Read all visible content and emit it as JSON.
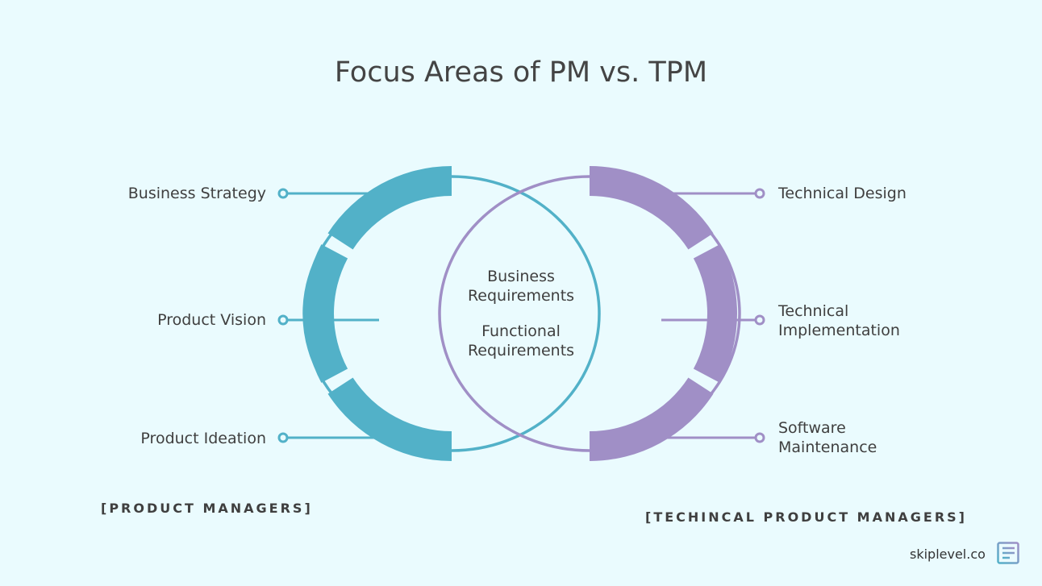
{
  "title": "Focus Areas of PM vs. TPM",
  "left_group": {
    "label": "[PRODUCT MANAGERS]",
    "color": "#52b1c8",
    "items": [
      "Business Strategy",
      "Product Vision",
      "Product Ideation"
    ]
  },
  "right_group": {
    "label": "[TECHINCAL PRODUCT MANAGERS]",
    "color": "#a08fc6",
    "items": [
      {
        "line1": "Technical Design",
        "line2": ""
      },
      {
        "line1": "Technical",
        "line2": "Implementation"
      },
      {
        "line1": "Software",
        "line2": "Maintenance"
      }
    ]
  },
  "overlap": {
    "items": [
      {
        "line1": "Business",
        "line2": "Requirements"
      },
      {
        "line1": "Functional",
        "line2": "Requirements"
      }
    ]
  },
  "brand": {
    "text": "skiplevel.co",
    "logo": "skiplevel-logo-icon"
  }
}
